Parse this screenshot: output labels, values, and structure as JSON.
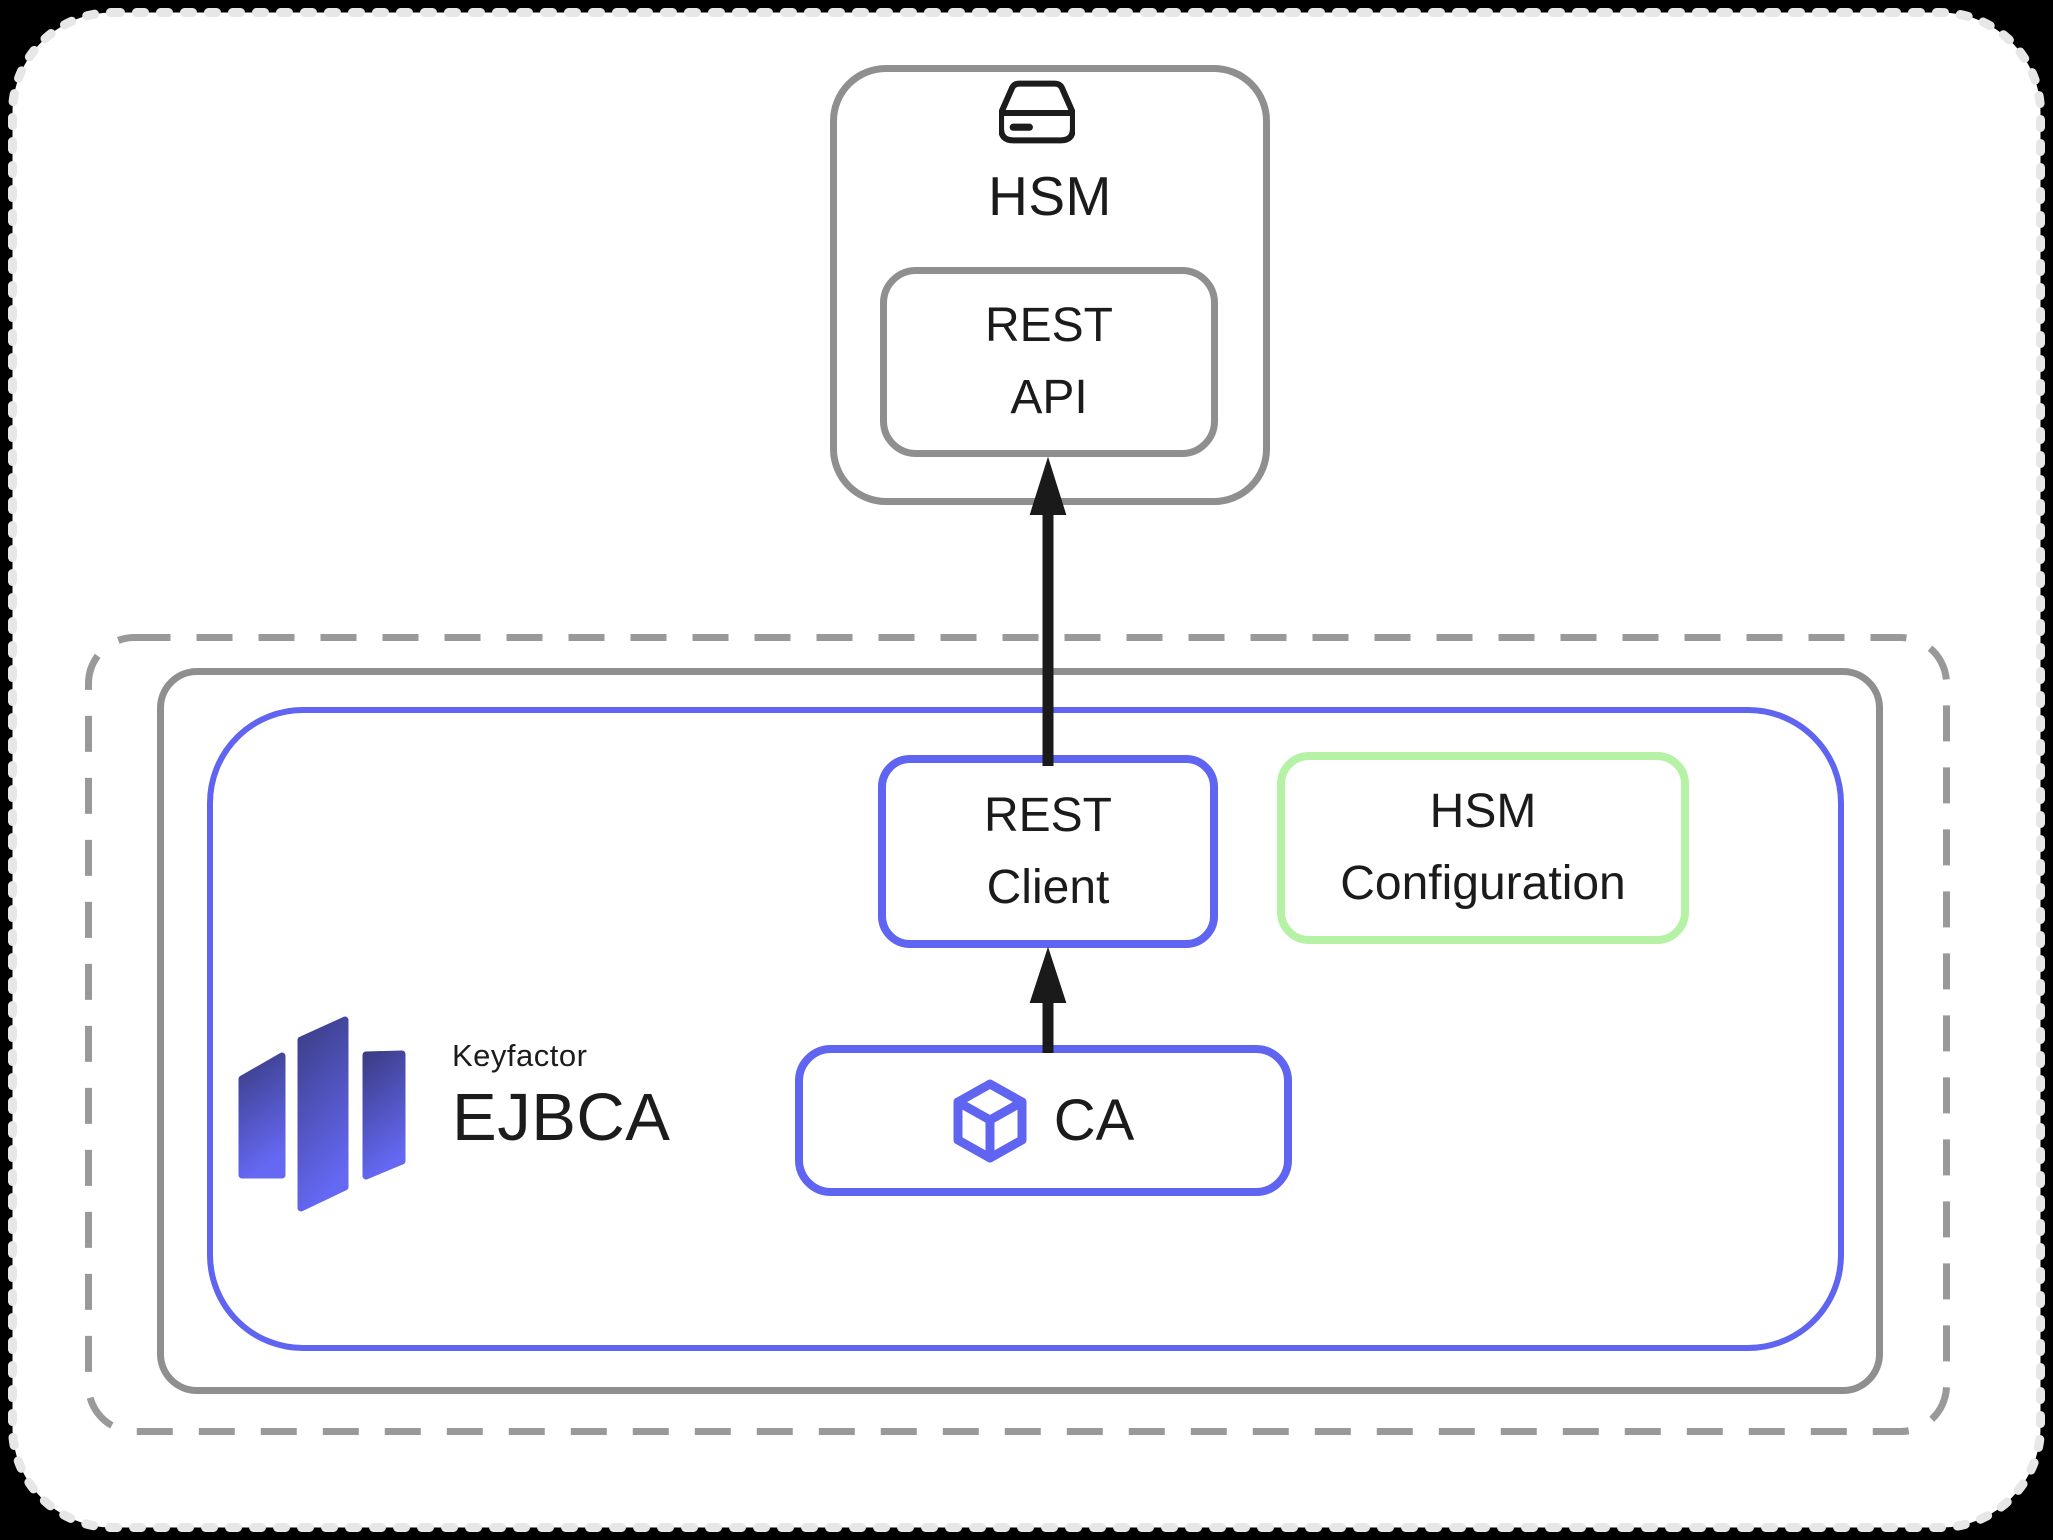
{
  "diagram": {
    "hsm_group": {
      "title": "HSM",
      "rest_api": {
        "line1": "REST",
        "line2": "API"
      }
    },
    "ejbca_group": {
      "logo": {
        "brand": "Keyfactor",
        "product": "EJBCA"
      },
      "rest_client": {
        "line1": "REST",
        "line2": "Client"
      },
      "hsm_configuration": {
        "line1": "HSM",
        "line2": "Configuration"
      },
      "ca": {
        "label": "CA"
      }
    }
  },
  "colors": {
    "accent_blue": "#5F64F1",
    "accent_green": "#B5F2A5",
    "container_gray": "#8F8F8F",
    "boundary_dash_gray": "#999999",
    "frame_dash_gray": "#E7E7E7",
    "arrow_black": "#1A1A1A",
    "text_black": "#1B1B1B",
    "logo_gradient_top": "#3B3D85",
    "logo_gradient_bottom": "#6468F2"
  }
}
